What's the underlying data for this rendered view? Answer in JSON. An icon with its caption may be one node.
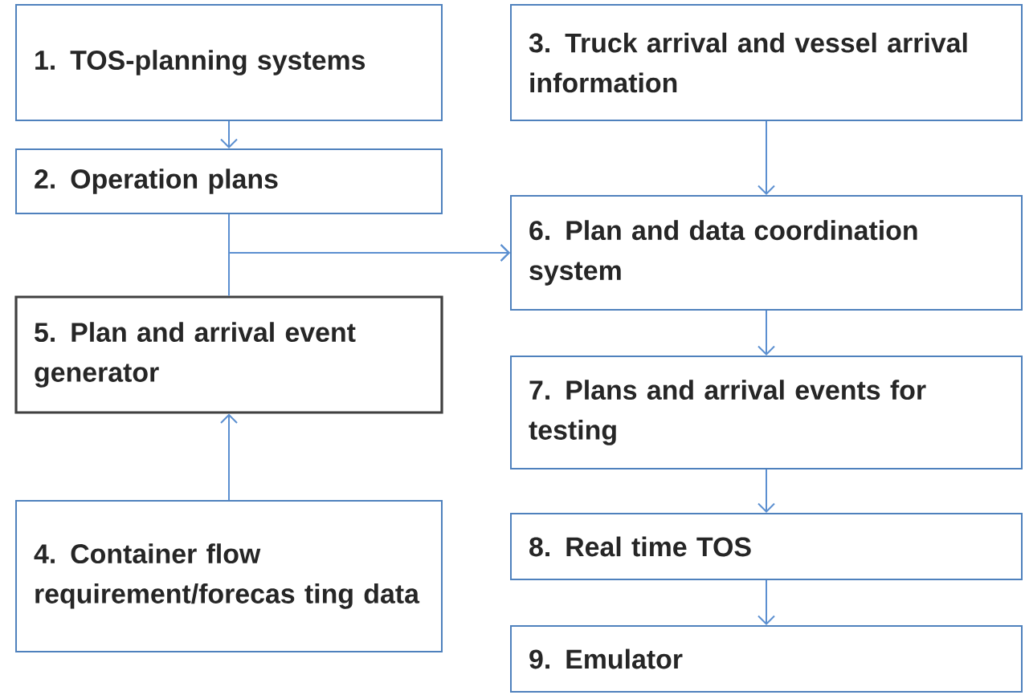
{
  "diagram": {
    "nodes": [
      {
        "text": [
          "1. TOS-planning systems"
        ]
      },
      {
        "text": [
          "2. Operation plans"
        ]
      },
      {
        "text": [
          "3. Truck arrival and vessel arrival information"
        ]
      },
      {
        "text": [
          "6. Plan and data coordination system"
        ]
      },
      {
        "text": [
          "5. Plan and arrival event generator"
        ]
      },
      {
        "text": [
          "7. Plans and arrival events for testing"
        ]
      },
      {
        "text": [
          "4. Container flow requirement/forecas ting data"
        ]
      },
      {
        "text": [
          "8. Real time TOS"
        ]
      },
      {
        "text": [
          "9. Emulator"
        ]
      }
    ],
    "edges": [
      {
        "from": 0,
        "to": 1,
        "arrow": "to"
      },
      {
        "from": 1,
        "to": 3,
        "arrow": "to"
      },
      {
        "from": 4,
        "to": 3,
        "arrow": "to"
      },
      {
        "from": 6,
        "to": 4,
        "arrow": "to"
      },
      {
        "from": 2,
        "to": 3,
        "arrow": "to"
      },
      {
        "from": 3,
        "to": 5,
        "arrow": "to"
      },
      {
        "from": 5,
        "to": 7,
        "arrow": "to"
      },
      {
        "from": 7,
        "to": 8,
        "arrow": "to"
      }
    ]
  }
}
